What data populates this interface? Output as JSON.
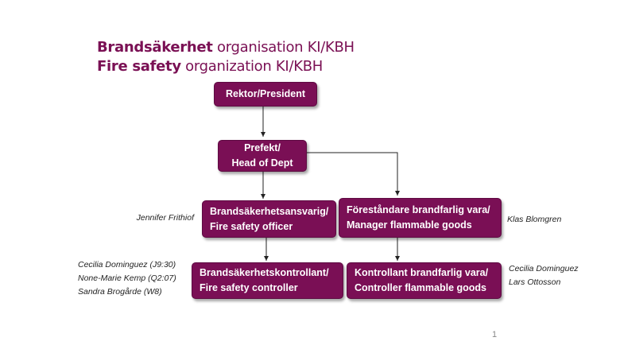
{
  "title": {
    "line1_bold": "Brandsäkerhet",
    "line1_rest": " organisation KI/KBH",
    "line2_bold": "Fire safety",
    "line2_rest": " organization KI/KBH"
  },
  "boxes": {
    "rektor": {
      "line1": "Rektor/President"
    },
    "prefekt": {
      "line1": "Prefekt/",
      "line2": "Head of Dept"
    },
    "fire_officer": {
      "line1": "Brandsäkerhetsansvarig/",
      "line2": "Fire safety officer"
    },
    "flammable_manager": {
      "line1": "Föreståndare brandfarlig vara/",
      "line2": "Manager flammable goods"
    },
    "fire_controller": {
      "line1": "Brandsäkerhetskontrollant/",
      "line2": "Fire safety controller"
    },
    "flammable_controller": {
      "line1": "Kontrollant brandfarlig vara/",
      "line2": "Controller flammable goods"
    }
  },
  "people": {
    "fire_officer": [
      "Jennifer Frithiof"
    ],
    "flammable_manager": [
      "Klas Blomgren"
    ],
    "fire_controller": [
      "Cecilia Dominguez (J9:30)",
      "None-Marie Kemp (Q2:07)",
      "Sandra Brogårde (W8)"
    ],
    "flammable_controller": [
      "Cecilia Dominguez",
      "Lars Ottosson"
    ]
  },
  "page_number": "1",
  "colors": {
    "box": "#7a0f55",
    "title": "#7a1054"
  }
}
